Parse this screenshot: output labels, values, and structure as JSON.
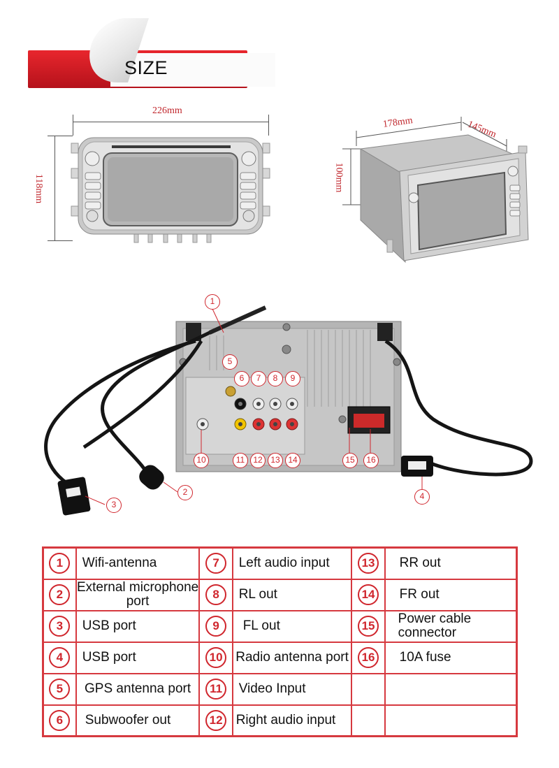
{
  "banner": {
    "label": "SIZE"
  },
  "dimensions": {
    "front_width": "226mm",
    "front_height": "118mm",
    "side_width": "178mm",
    "side_depth": "145mm",
    "side_height": "100mm"
  },
  "callouts": [
    "1",
    "2",
    "3",
    "4",
    "5",
    "6",
    "7",
    "8",
    "9",
    "10",
    "11",
    "12",
    "13",
    "14",
    "15",
    "16"
  ],
  "legend": [
    {
      "n1": "1",
      "t1": "Wifi-antenna",
      "n2": "7",
      "t2": "Left audio input",
      "n3": "13",
      "t3": "RR out"
    },
    {
      "n1": "2",
      "t1": "External microphone port",
      "n2": "8",
      "t2": "RL out",
      "n3": "14",
      "t3": "FR out"
    },
    {
      "n1": "3",
      "t1": "USB port",
      "n2": "9",
      "t2": "FL out",
      "n3": "15",
      "t3": "Power cable connector"
    },
    {
      "n1": "4",
      "t1": "USB port",
      "n2": "10",
      "t2": "Radio antenna port",
      "n3": "16",
      "t3": "10A fuse"
    },
    {
      "n1": "5",
      "t1": "GPS antenna port",
      "n2": "11",
      "t2": "Video Input",
      "n3": "",
      "t3": ""
    },
    {
      "n1": "6",
      "t1": "Subwoofer out",
      "n2": "12",
      "t2": "Right audio input",
      "n3": "",
      "t3": ""
    }
  ],
  "colors": {
    "accent": "#d6393f",
    "banner_red": "#c8161f"
  }
}
